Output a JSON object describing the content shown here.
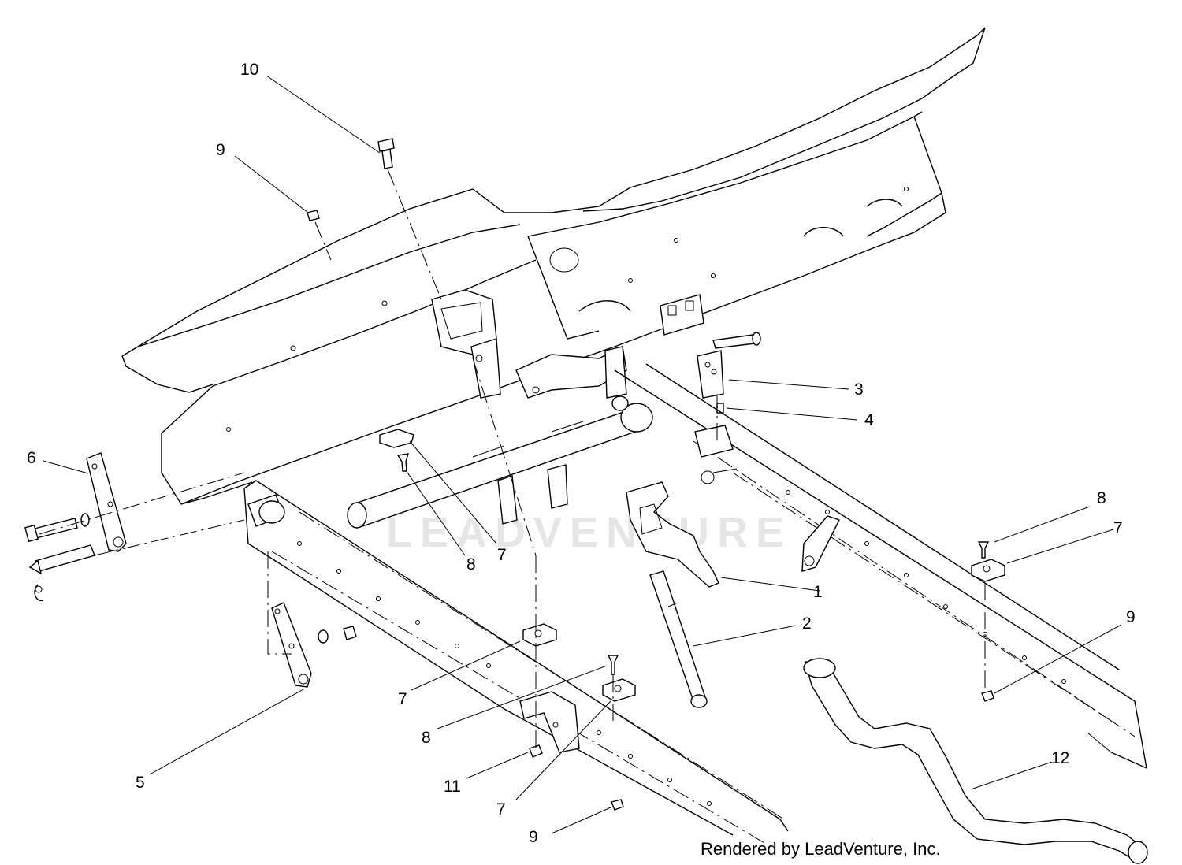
{
  "diagram": {
    "watermark": "LEADVENTURE",
    "credit": "Rendered by LeadVenture, Inc.",
    "callouts": [
      {
        "id": "c10",
        "label": "10"
      },
      {
        "id": "c9a",
        "label": "9"
      },
      {
        "id": "c3",
        "label": "3"
      },
      {
        "id": "c4",
        "label": "4"
      },
      {
        "id": "c6",
        "label": "6"
      },
      {
        "id": "c8a",
        "label": "8"
      },
      {
        "id": "c7a",
        "label": "7"
      },
      {
        "id": "c8b",
        "label": "8"
      },
      {
        "id": "c7b",
        "label": "7"
      },
      {
        "id": "c1",
        "label": "1"
      },
      {
        "id": "c2",
        "label": "2"
      },
      {
        "id": "c9b",
        "label": "9"
      },
      {
        "id": "c7c",
        "label": "7"
      },
      {
        "id": "c8c",
        "label": "8"
      },
      {
        "id": "c5",
        "label": "5"
      },
      {
        "id": "c11",
        "label": "11"
      },
      {
        "id": "c7d",
        "label": "7"
      },
      {
        "id": "c12",
        "label": "12"
      },
      {
        "id": "c9c",
        "label": "9"
      }
    ]
  }
}
